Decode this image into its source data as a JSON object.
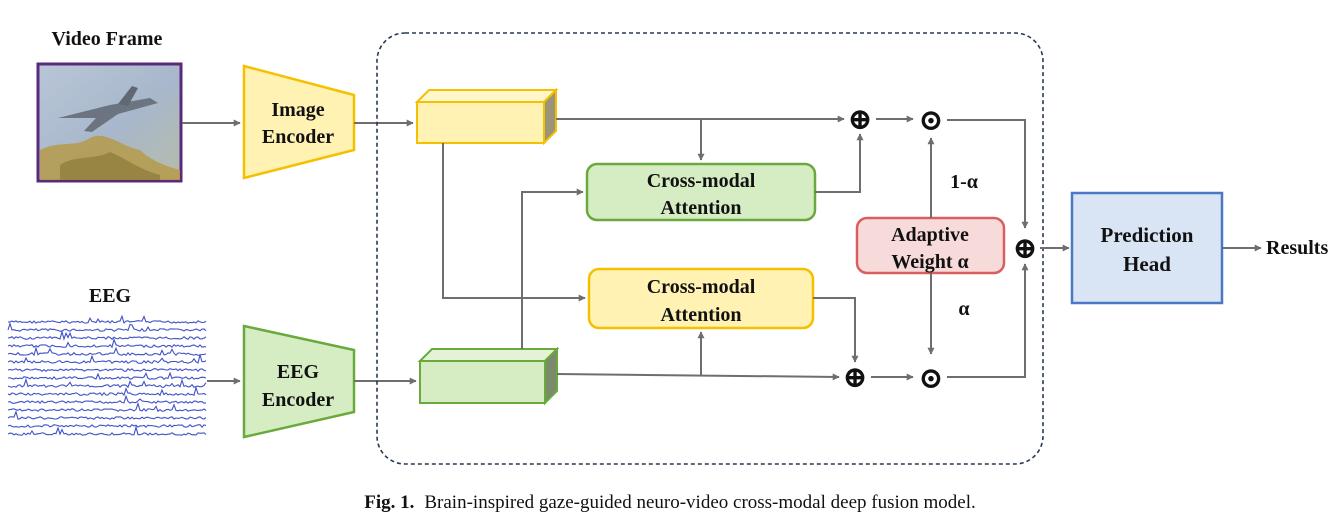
{
  "inputs": {
    "video_title": "Video Frame",
    "eeg_title": "EEG"
  },
  "encoders": {
    "image_line1": "Image",
    "image_line2": "Encoder",
    "eeg_line1": "EEG",
    "eeg_line2": "Encoder"
  },
  "attention": {
    "top_line1": "Cross-modal",
    "top_line2": "Attention",
    "bottom_line1": "Cross-modal",
    "bottom_line2": "Attention"
  },
  "adaptive": {
    "line1": "Adaptive",
    "line2": "Weight α"
  },
  "weights": {
    "upper": "1-α",
    "lower": "α"
  },
  "operators": {
    "add": "⊕",
    "mul": "⊙"
  },
  "prediction": {
    "line1": "Prediction",
    "line2": "Head"
  },
  "output": {
    "label": "Results"
  },
  "caption": {
    "prefix": "Fig. 1.",
    "text": "Brain-inspired gaze-guided neuro-video cross-modal deep fusion model."
  },
  "colors": {
    "image_encoder_fill": "#fff2b3",
    "image_encoder_stroke": "#f5c000",
    "eeg_encoder_fill": "#d6edc4",
    "eeg_encoder_stroke": "#6aaa3c",
    "adaptive_fill": "#f7dada",
    "adaptive_stroke": "#d95f5f",
    "prediction_fill": "#d9e4f5",
    "prediction_stroke": "#4a78c4",
    "frame_border": "#5a2a7a",
    "eeg_trace": "#3f52c8",
    "dashed_box": "#2b3a55"
  }
}
